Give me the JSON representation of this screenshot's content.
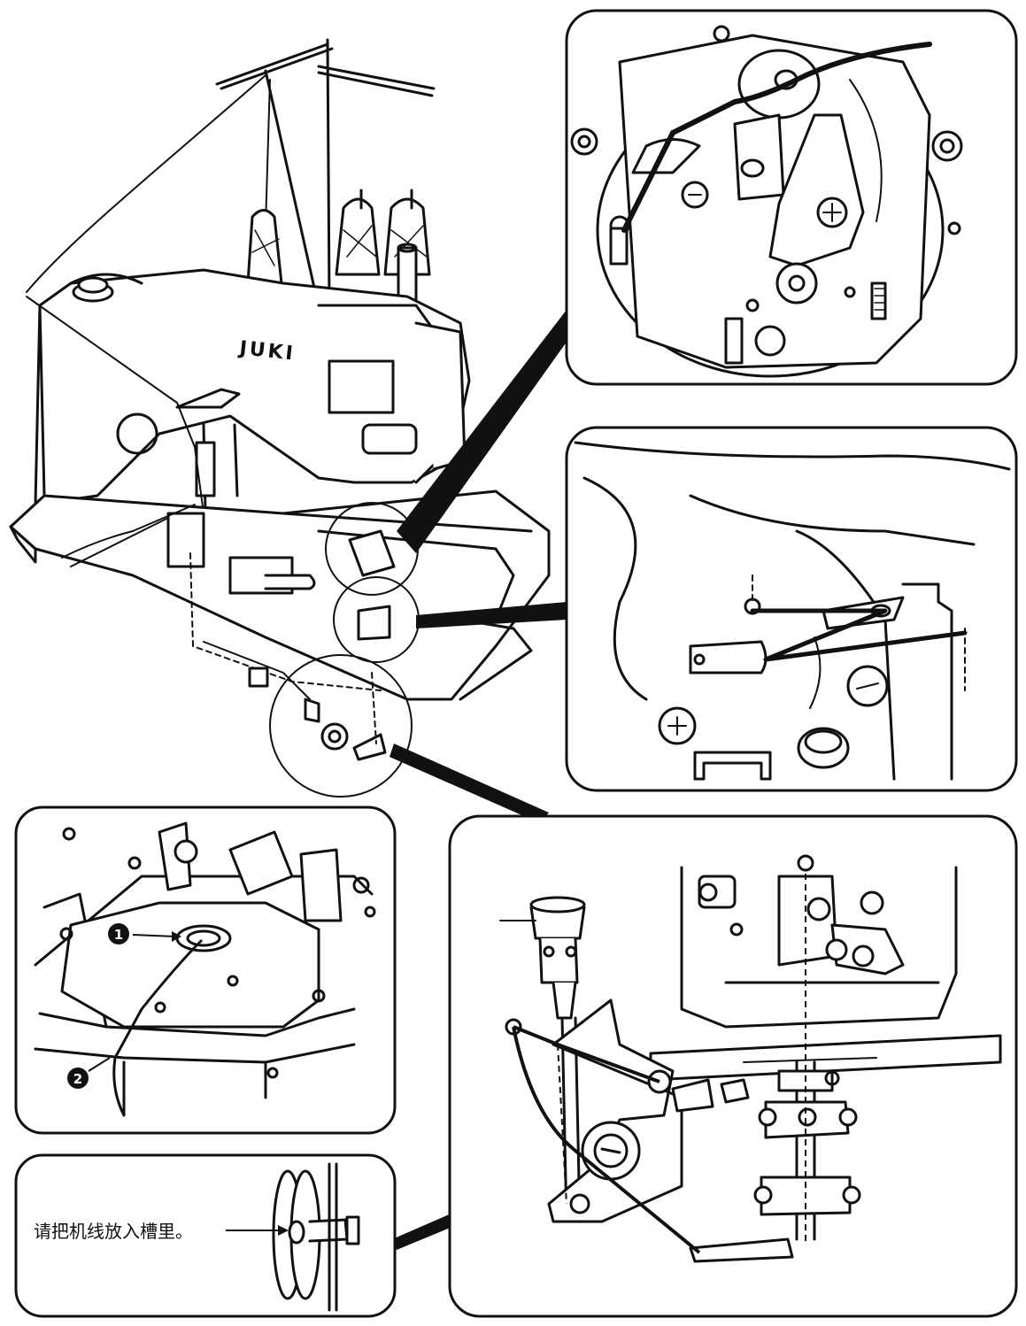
{
  "brand_logo": "JUKI",
  "callouts": {
    "c1": "1",
    "c2": "2"
  },
  "notes": {
    "thread_groove": "请把机线放入槽里。"
  },
  "colors": {
    "ink": "#111111",
    "paper": "#ffffff"
  }
}
